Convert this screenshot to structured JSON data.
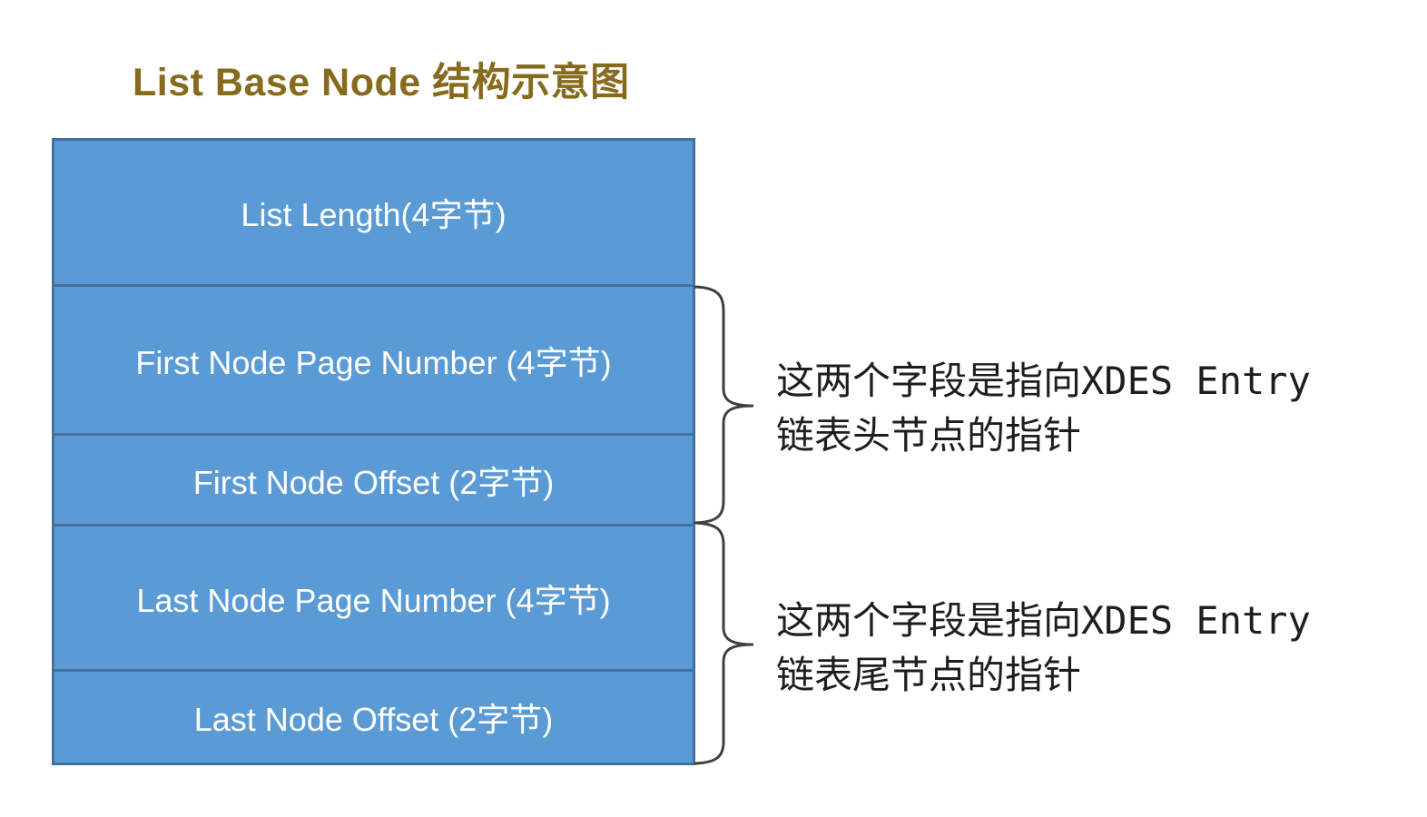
{
  "title": "List Base Node 结构示意图",
  "table": {
    "rows": [
      {
        "label": "List Length(4字节)"
      },
      {
        "label": "First Node Page Number (4字节)"
      },
      {
        "label": "First Node Offset (2字节)"
      },
      {
        "label": "Last Node Page Number (4字节)"
      },
      {
        "label": "Last Node Offset (2字节)"
      }
    ]
  },
  "annotations": [
    {
      "line1": "这两个字段是指向XDES Entry",
      "line2": "链表头节点的指针"
    },
    {
      "line1": "这两个字段是指向XDES Entry",
      "line2": "链表尾节点的指针"
    }
  ],
  "colors": {
    "cell_fill": "#5B9BD5",
    "cell_border": "#41719C",
    "cell_text": "#FFFFFF",
    "title_text": "#876B1D",
    "annotation_text": "#1E1E1E",
    "brace_stroke": "#404040",
    "background": "#FFFFFF"
  }
}
